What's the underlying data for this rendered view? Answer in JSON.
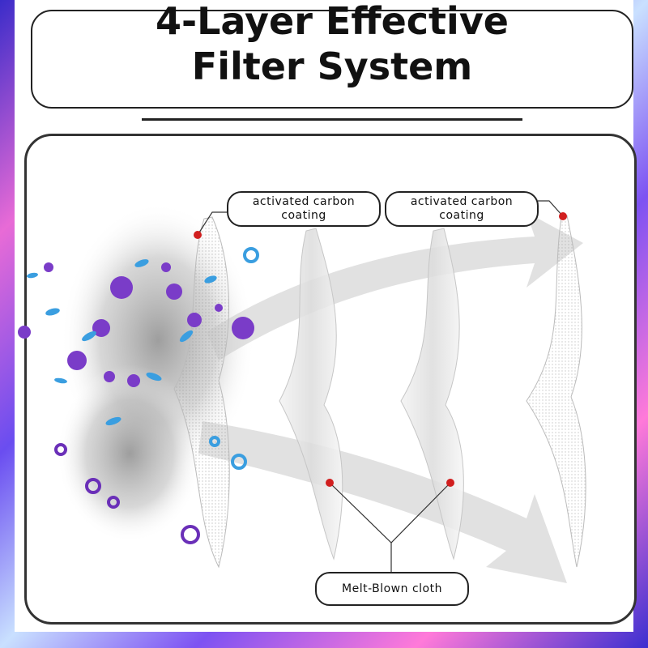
{
  "title": "4-Layer Effective Filter System",
  "callouts": {
    "layer_1": "activated carbon coating",
    "layer_2": "activated carbon coating",
    "bottom": "Melt-Blown cloth"
  },
  "colors": {
    "accent_dot": "#d11f1f",
    "purple_particle": "#7a3cc8",
    "blue_particle": "#3a9ee0"
  }
}
